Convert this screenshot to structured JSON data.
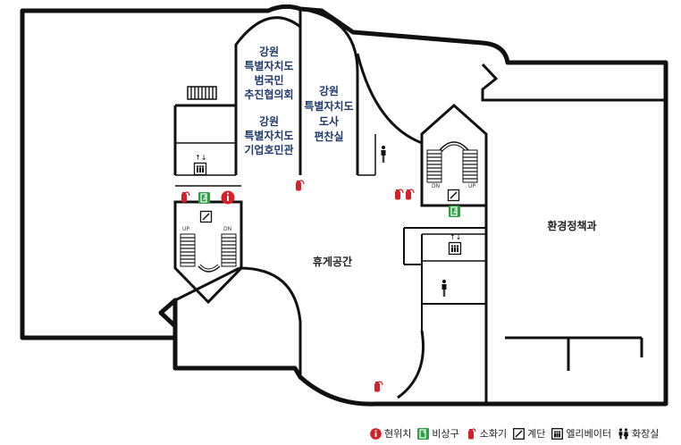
{
  "rooms": {
    "council": "강원\n특별자치도\n범국민\n추진협의회",
    "business_center": "강원\n특별자치도\n기업호민관",
    "history_office": "강원\n특별자치도\n도사\n편찬실",
    "rest_area": "휴게공간",
    "env_policy": "환경정책과"
  },
  "stairs": {
    "up": "UP",
    "down": "DN"
  },
  "legend": [
    {
      "icon": "current-location-icon",
      "label": "현위치"
    },
    {
      "icon": "emergency-exit-icon",
      "label": "비상구"
    },
    {
      "icon": "fire-extinguisher-icon",
      "label": "소화기"
    },
    {
      "icon": "stairs-icon",
      "label": "계단"
    },
    {
      "icon": "elevator-icon",
      "label": "엘리베이터"
    },
    {
      "icon": "restroom-icon",
      "label": "화장실"
    }
  ],
  "colors": {
    "wall": "#111111",
    "room_text": "#1f3a6b",
    "current_location": "#d62027",
    "exit": "#2f9e44",
    "extinguisher": "#d62027"
  }
}
